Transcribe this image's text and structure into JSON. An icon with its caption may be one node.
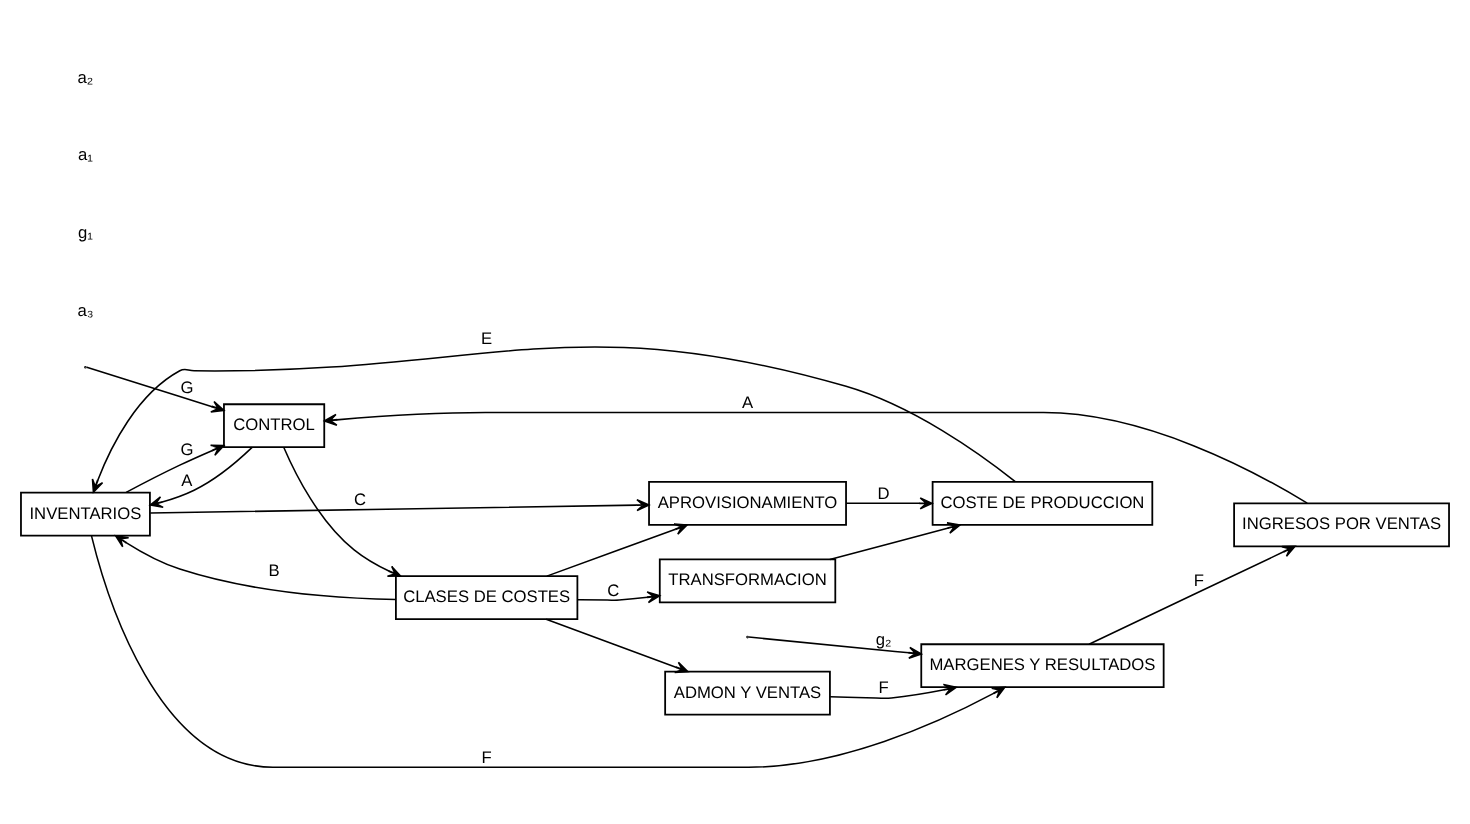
{
  "diagram": {
    "nodes": [
      {
        "text": [
          "INVENTARIOS"
        ]
      },
      {
        "text": [
          "COSTE DE PRODUCCION"
        ]
      },
      {
        "text": [
          "CONTROL"
        ]
      },
      {
        "text": [
          "APROVISIONAMIENTO"
        ]
      },
      {
        "text": [
          "MARGENES Y RESULTADOS"
        ]
      },
      {
        "text": [
          "CLASES DE COSTES"
        ]
      },
      {
        "text": [
          "TRANSFORMACION"
        ]
      },
      {
        "text": [
          "ADMON Y VENTAS"
        ]
      },
      {
        "text": [
          "INGRESOS POR VENTAS"
        ]
      }
    ],
    "edges": [
      {
        "from": 8,
        "to": 2,
        "arrow": "to",
        "label": "A"
      },
      {
        "from": 0,
        "to": 2,
        "arrow": "to",
        "label": "G"
      },
      {
        "from": 2,
        "to": 0,
        "arrow": "to",
        "label": "A"
      },
      {
        "from": 2,
        "to": 5,
        "arrow": "to"
      },
      {
        "from": 5,
        "to": 0,
        "arrow": "to",
        "label": "B"
      },
      {
        "from": 0,
        "to": 3,
        "arrow": "to",
        "label": "C"
      },
      {
        "from": 5,
        "to": 3,
        "arrow": "to"
      },
      {
        "from": 5,
        "to": 6,
        "arrow": "to",
        "label": "C"
      },
      {
        "from": 5,
        "to": 7,
        "arrow": "to"
      },
      {
        "from": 3,
        "to": 1,
        "arrow": "to",
        "label": "D"
      },
      {
        "from": 6,
        "to": 1,
        "arrow": "to"
      },
      {
        "from": 1,
        "to": 0,
        "arrow": "to",
        "label": "E"
      },
      {
        "from": 0,
        "to": 4,
        "arrow": "to",
        "label": "F"
      },
      {
        "from": 7,
        "to": 4,
        "arrow": "to",
        "label": "F"
      },
      {
        "from": null,
        "to": 4,
        "arrow": "to",
        "label": "g₂"
      },
      {
        "from": 4,
        "to": 8,
        "arrow": "to",
        "label": "F"
      },
      {
        "from": null,
        "to": 2,
        "arrow": "to",
        "label": "G"
      }
    ],
    "labels": [
      "a₃",
      "g₁",
      "a₁",
      "a₂"
    ]
  }
}
